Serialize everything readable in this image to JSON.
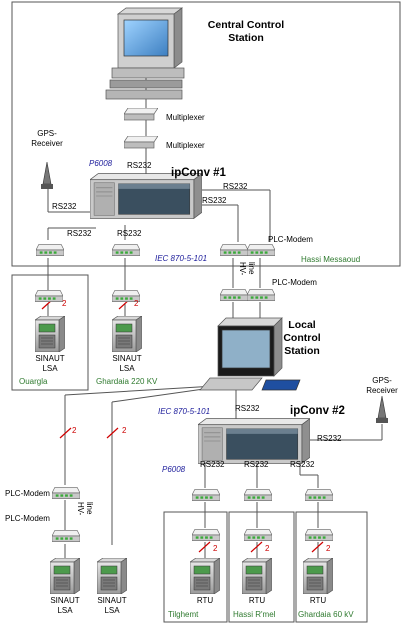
{
  "colors": {
    "label_blue": "#1a1a9a",
    "site_green": "#2f7a2f",
    "mark_red": "#cc0000",
    "line_gray": "#555555"
  },
  "central": {
    "title_line1": "Central Control",
    "title_line2": "Station"
  },
  "local": {
    "title_line1": "Local",
    "title_line2": "Control",
    "title_line3": "Station"
  },
  "multiplexer": {
    "label1": "Multiplexer",
    "label2": "Multiplexer"
  },
  "gps": {
    "label1_l1": "GPS-",
    "label1_l2": "Receiver",
    "label2_l1": "GPS-",
    "label2_l2": "Receiver"
  },
  "ipconv1": {
    "name": "ipConv #1",
    "protocol": "P6008",
    "iec": "IEC 870-5-101"
  },
  "ipconv2": {
    "name": "ipConv #2",
    "protocol": "P6008",
    "iec": "IEC 870-5-101"
  },
  "links": {
    "rs232": "RS232",
    "plc_modem": "PLC-Modem",
    "hv": "HV-",
    "line": "line",
    "two": "2"
  },
  "sites": {
    "hassi_messaoud": "Hassi Messaoud",
    "ouargla": "Ouargla",
    "ghardaia220": "Ghardaia 220 KV",
    "tilghemt": "Tilghemt",
    "hassi_rmel": "Hassi R'mel",
    "ghardaia60": "Ghardaia 60 kV"
  },
  "devices": {
    "sinaut": "SINAUT",
    "lsa": "LSA",
    "rtu": "RTU"
  }
}
